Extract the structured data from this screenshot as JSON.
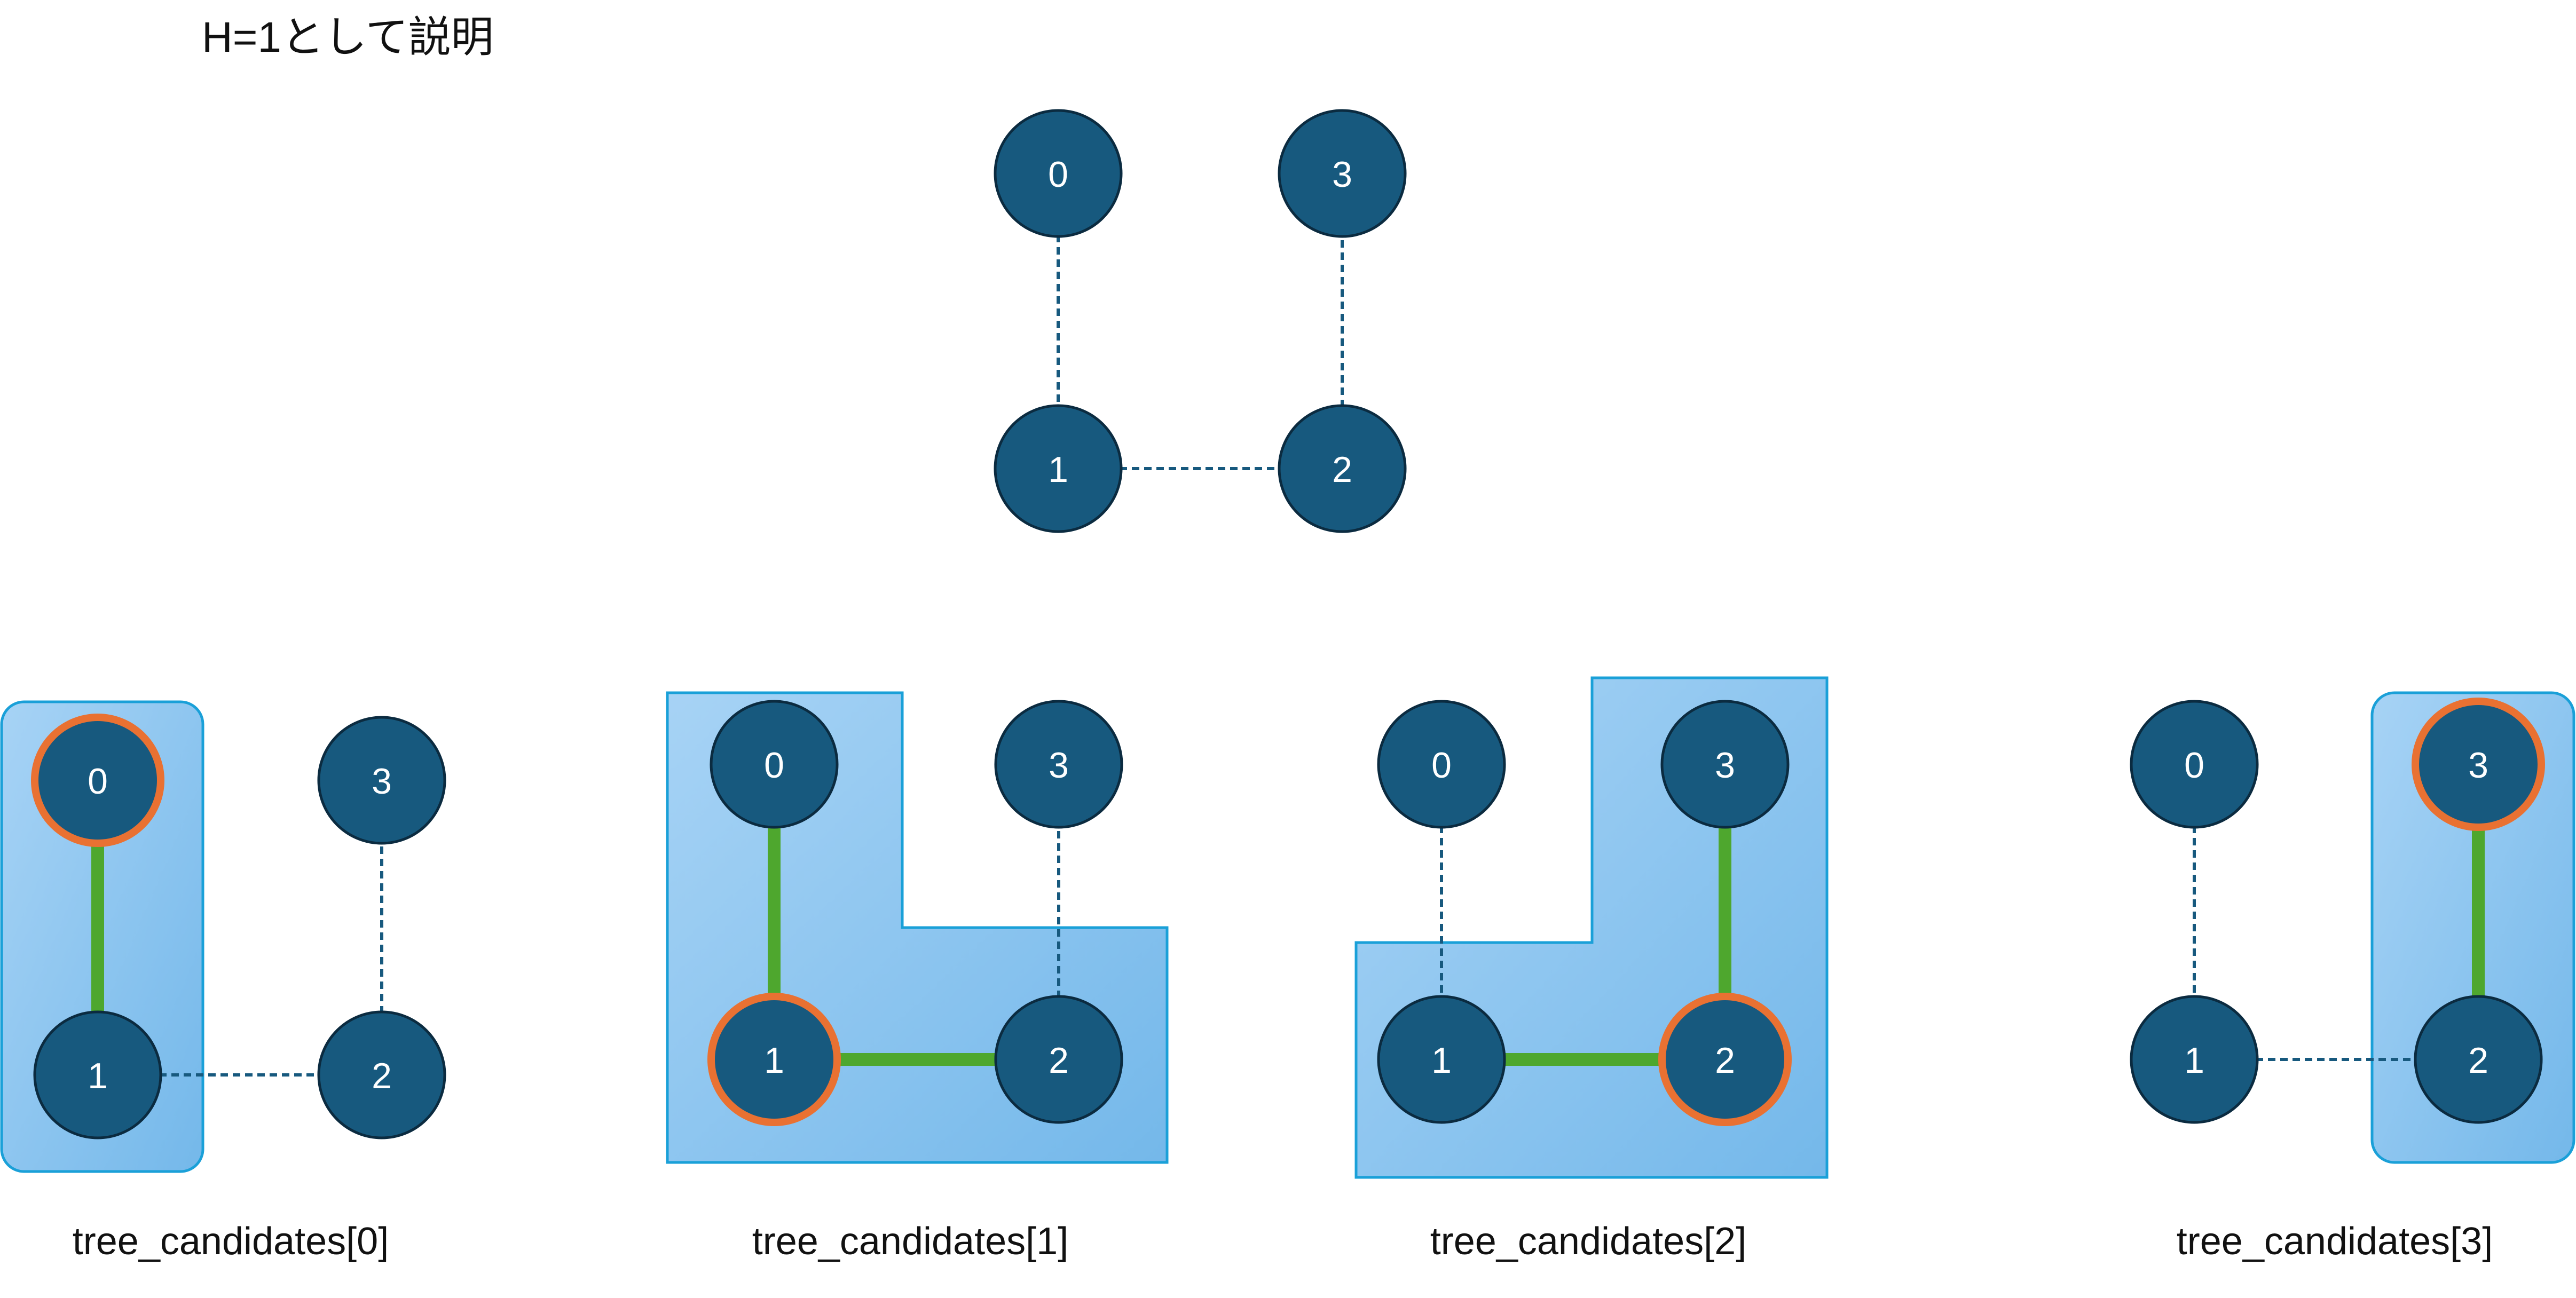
{
  "title": "H=1として説明",
  "colors": {
    "node_fill": "#17597e",
    "node_stroke": "#0b2b40",
    "node_text": "#ffffff",
    "edge_dashed": "#17597e",
    "edge_tree": "#4ea72e",
    "root_ring": "#e97132",
    "region_fill_light": "#a7d3f5",
    "region_fill_dark": "#74b8ea",
    "region_stroke": "#1aa0d8"
  },
  "top_graph": {
    "nodes": [
      "0",
      "1",
      "2",
      "3"
    ],
    "edges": [
      [
        "0",
        "1"
      ],
      [
        "1",
        "2"
      ],
      [
        "2",
        "3"
      ]
    ]
  },
  "panels": [
    {
      "caption": "tree_candidates[0]",
      "nodes": [
        "0",
        "1",
        "2",
        "3"
      ],
      "root": "0",
      "tree_nodes": [
        "0",
        "1"
      ],
      "tree_edges": [
        [
          "0",
          "1"
        ]
      ],
      "other_edges": [
        [
          "1",
          "2"
        ],
        [
          "2",
          "3"
        ]
      ]
    },
    {
      "caption": "tree_candidates[1]",
      "nodes": [
        "0",
        "1",
        "2",
        "3"
      ],
      "root": "1",
      "tree_nodes": [
        "0",
        "1",
        "2"
      ],
      "tree_edges": [
        [
          "0",
          "1"
        ],
        [
          "1",
          "2"
        ]
      ],
      "other_edges": [
        [
          "2",
          "3"
        ]
      ]
    },
    {
      "caption": "tree_candidates[2]",
      "nodes": [
        "0",
        "1",
        "2",
        "3"
      ],
      "root": "2",
      "tree_nodes": [
        "1",
        "2",
        "3"
      ],
      "tree_edges": [
        [
          "1",
          "2"
        ],
        [
          "2",
          "3"
        ]
      ],
      "other_edges": [
        [
          "0",
          "1"
        ]
      ]
    },
    {
      "caption": "tree_candidates[3]",
      "nodes": [
        "0",
        "1",
        "2",
        "3"
      ],
      "root": "3",
      "tree_nodes": [
        "2",
        "3"
      ],
      "tree_edges": [
        [
          "2",
          "3"
        ]
      ],
      "other_edges": [
        [
          "0",
          "1"
        ],
        [
          "1",
          "2"
        ]
      ]
    }
  ]
}
